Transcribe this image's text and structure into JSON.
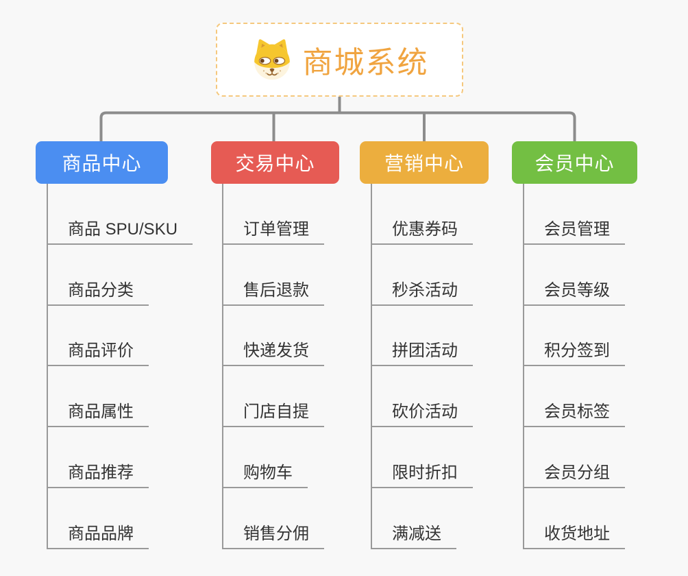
{
  "root": {
    "title": "商城系统",
    "icon": "dog-face-icon"
  },
  "branches": [
    {
      "label": "商品中心",
      "color": "#4b8ef1",
      "children": [
        "商品 SPU/SKU",
        "商品分类",
        "商品评价",
        "商品属性",
        "商品推荐",
        "商品品牌"
      ]
    },
    {
      "label": "交易中心",
      "color": "#e65b54",
      "children": [
        "订单管理",
        "售后退款",
        "快递发货",
        "门店自提",
        "购物车",
        "销售分佣"
      ]
    },
    {
      "label": "营销中心",
      "color": "#ecae3e",
      "children": [
        "优惠券码",
        "秒杀活动",
        "拼团活动",
        "砍价活动",
        "限时折扣",
        "满减送"
      ]
    },
    {
      "label": "会员中心",
      "color": "#73bf43",
      "children": [
        "会员管理",
        "会员等级",
        "积分签到",
        "会员标签",
        "会员分组",
        "收货地址"
      ]
    }
  ],
  "colors": {
    "background": "#f8f8f8",
    "connector": "#8c8c8c",
    "child_line": "#999999",
    "child_text": "#333333",
    "root_text": "#f0a440",
    "root_border": "#f5c87d"
  }
}
